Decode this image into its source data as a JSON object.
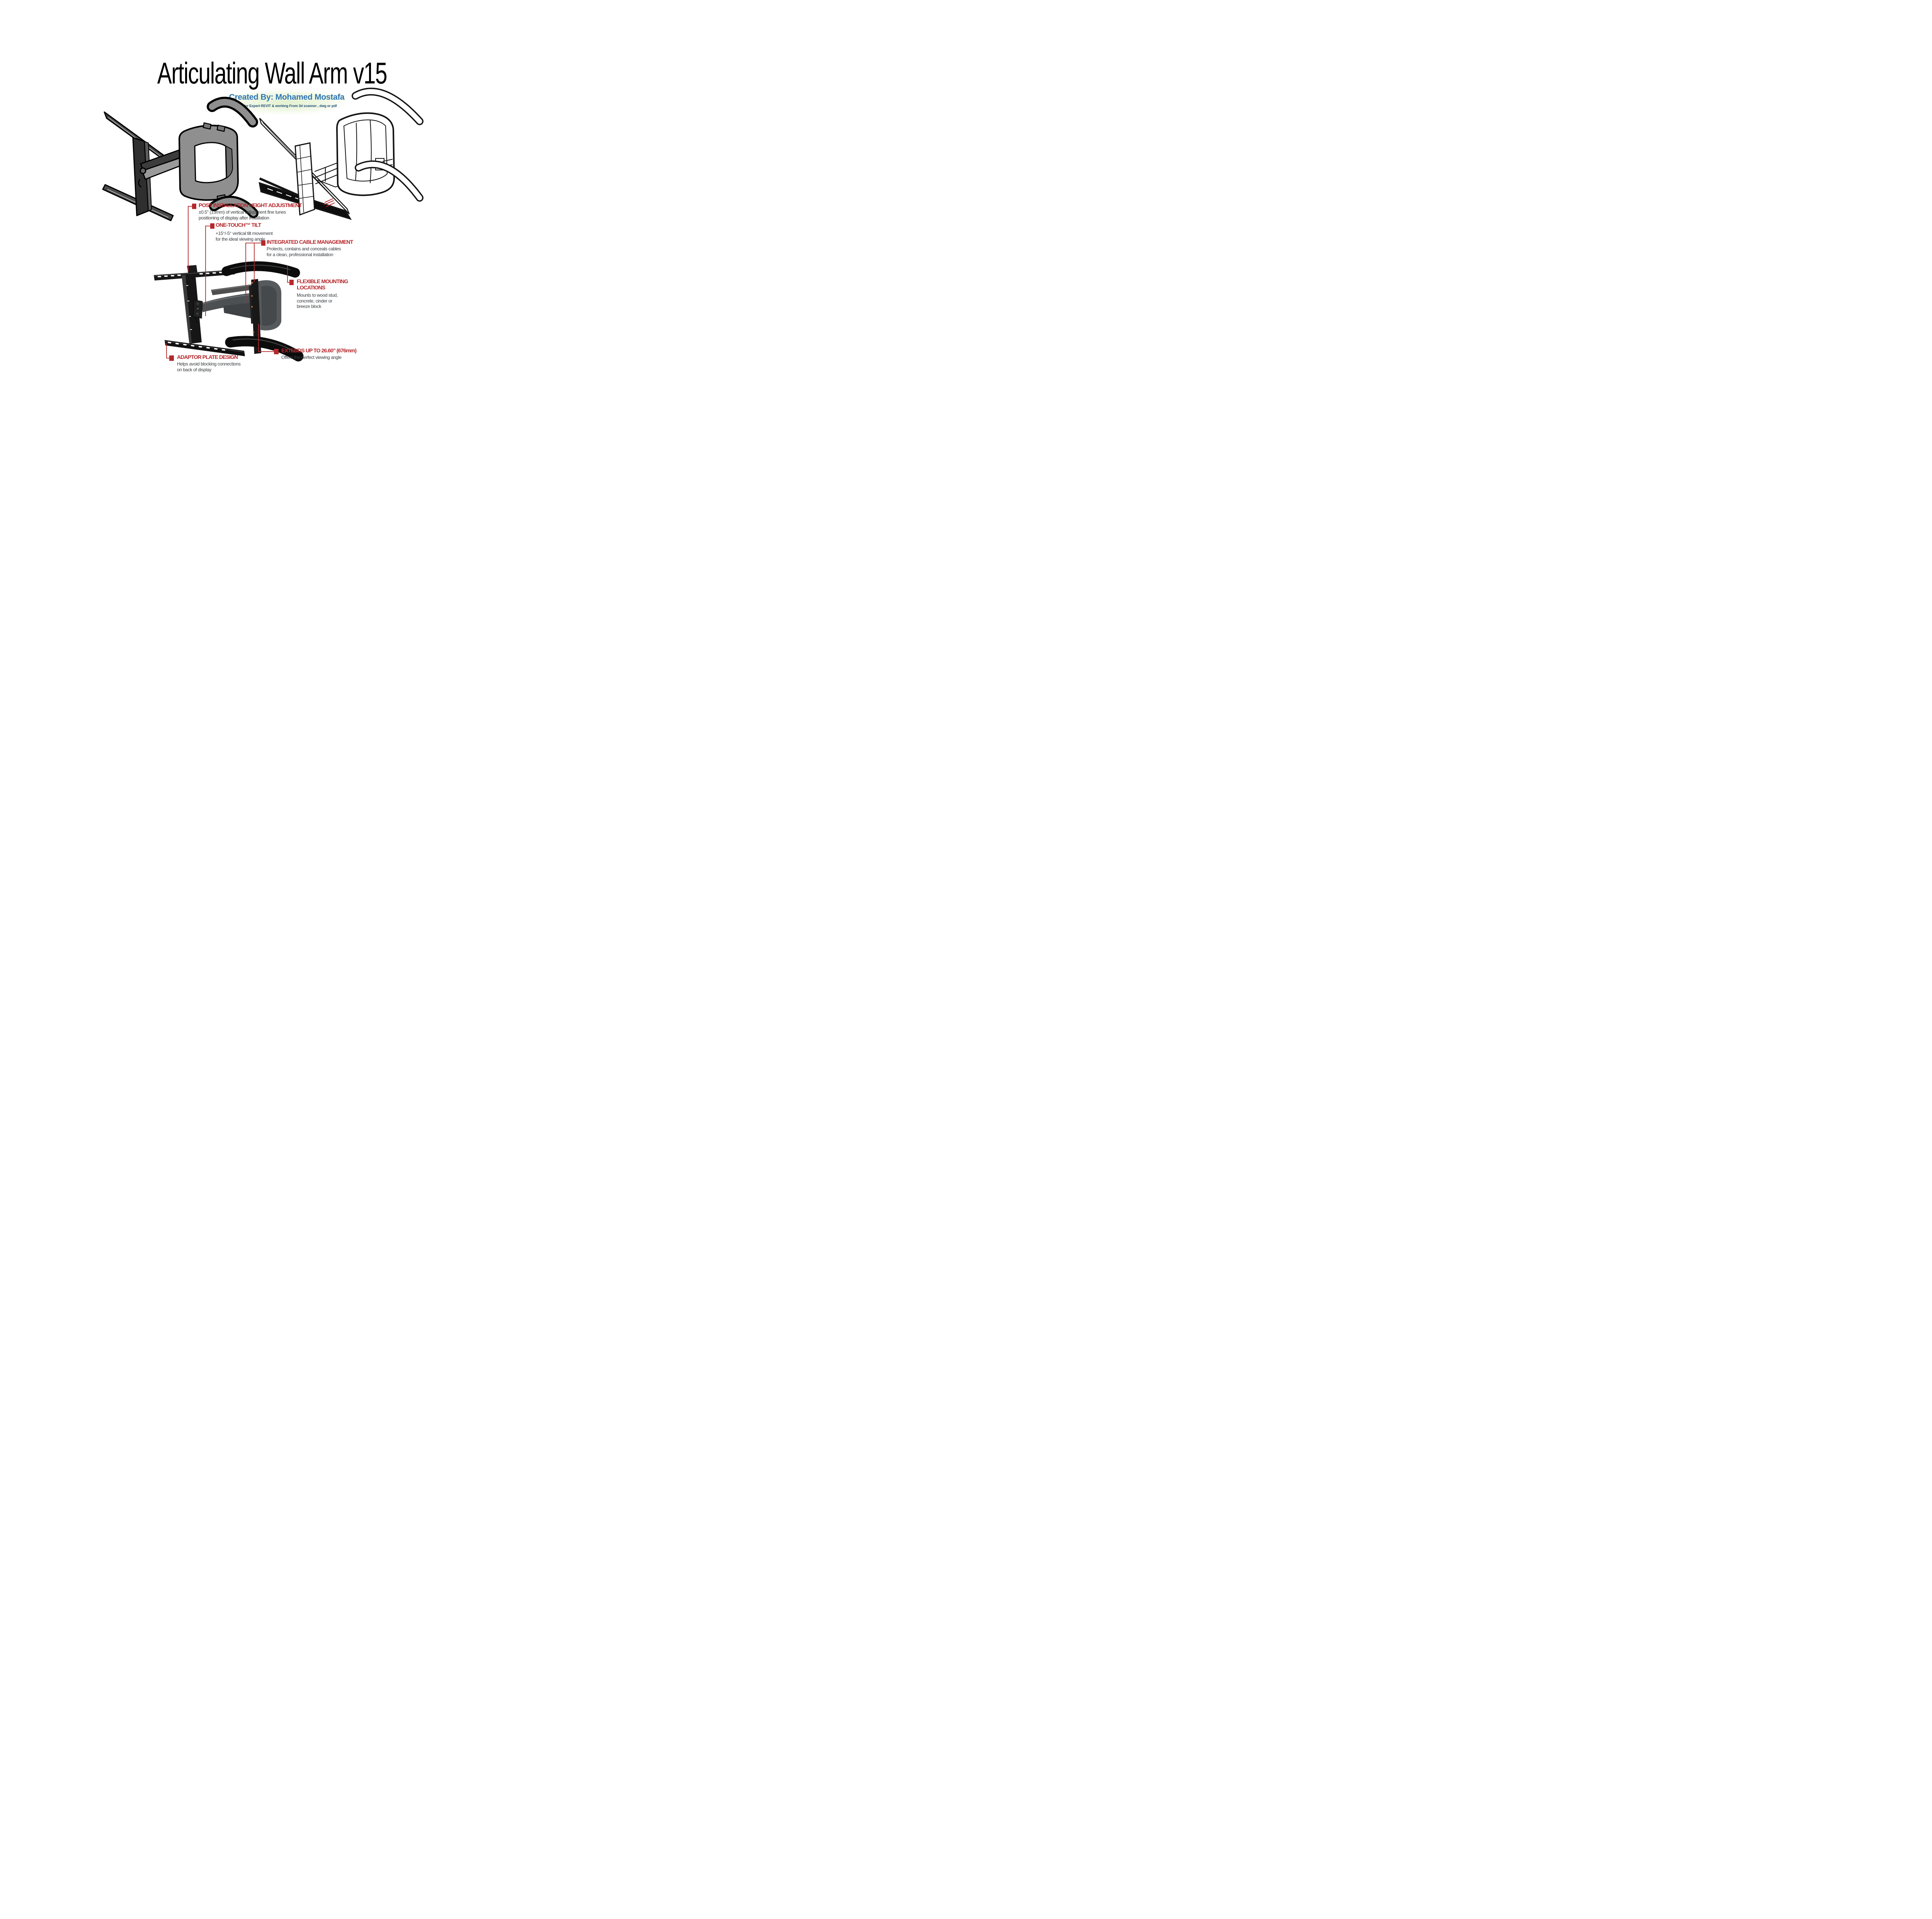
{
  "title": "Articulating Wall Arm v15",
  "byline": {
    "created_by": "Created By: Mohamed Mostafa",
    "subtitle": "3d Modeler Expert REVIT & working From 3d scanner , dwg or pdf"
  },
  "colors": {
    "accent": "#b5282c",
    "body-text": "#383c3f",
    "blue": "#2e74b5",
    "blue-dark": "#1f4e79",
    "glow": "#e4f2cf",
    "title": "#000000"
  },
  "figures": {
    "top_left": "shaded-isometric-wall-arm-drawing",
    "top_right": "wireframe-isometric-wall-arm-drawing",
    "bottom": "product-render-wall-arm"
  },
  "callouts": {
    "items": [
      {
        "id": "post-installation-height-adjustment",
        "heading": "POST INSTALLATION HEIGHT ADJUSTMENT",
        "body": [
          "±0.5\" (13mm) of vertical adjustment fine tunes",
          "positioning of display after installation"
        ]
      },
      {
        "id": "one-touch-tilt",
        "heading": "ONE-TOUCH™ TILT",
        "body": [
          "+15°/-5° vertical tilt movement",
          "for the ideal viewing angle"
        ]
      },
      {
        "id": "integrated-cable-management",
        "heading": "INTEGRATED CABLE MANAGEMENT",
        "body": [
          "Protects, contains and conceals cables",
          "for a clean, professional installation"
        ]
      },
      {
        "id": "flexible-mounting-locations",
        "heading": "FLEXIBLE MOUNTING LOCATIONS",
        "heading_lines": [
          "FLEXIBLE MOUNTING",
          "LOCATIONS"
        ],
        "body": [
          "Mounts to wood stud,",
          "concrete, cinder or",
          "breeze block"
        ]
      },
      {
        "id": "adaptor-plate-design",
        "heading": "ADAPTOR PLATE DESIGN",
        "body": [
          "Helps avoid blocking connections",
          "on back of display"
        ]
      },
      {
        "id": "extends-up-to",
        "heading": "EXTENDS UP TO 26.60\" (676mm)",
        "body": [
          "Offers the perfect viewing angle"
        ]
      }
    ]
  }
}
